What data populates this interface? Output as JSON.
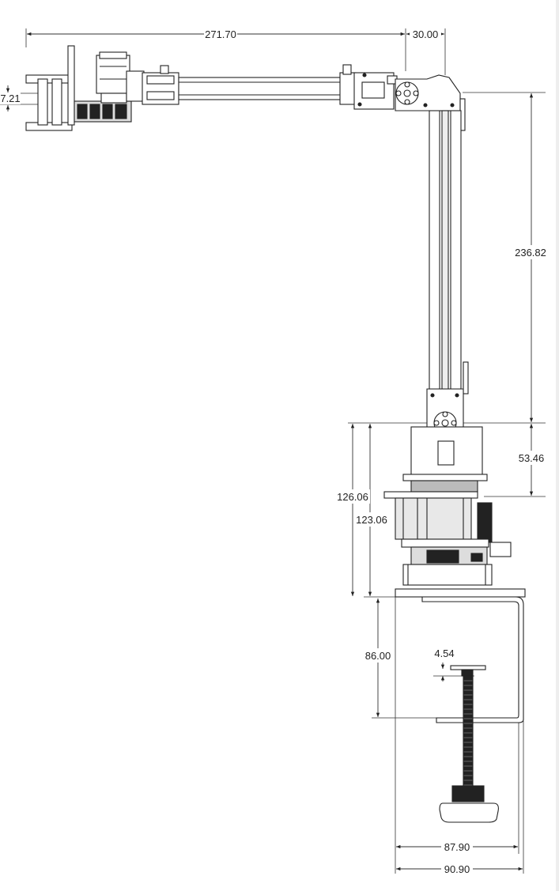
{
  "title": "",
  "dimensions": {
    "overall_reach": "271.70",
    "wrist_width": "30.00",
    "gripper_offset": "7.21",
    "upper_arm_length": "236.82",
    "shoulder_height": "53.46",
    "base_height_outer": "126.06",
    "base_height_inner": "123.06",
    "clamp_depth": "86.00",
    "clamp_pad_thickness": "4.54",
    "clamp_inner_width": "87.90",
    "clamp_outer_width": "90.90"
  },
  "colors": {
    "line": "#222222",
    "dimension": "#333333",
    "fill": "#ffffff",
    "dark": "#1a1a1a"
  }
}
